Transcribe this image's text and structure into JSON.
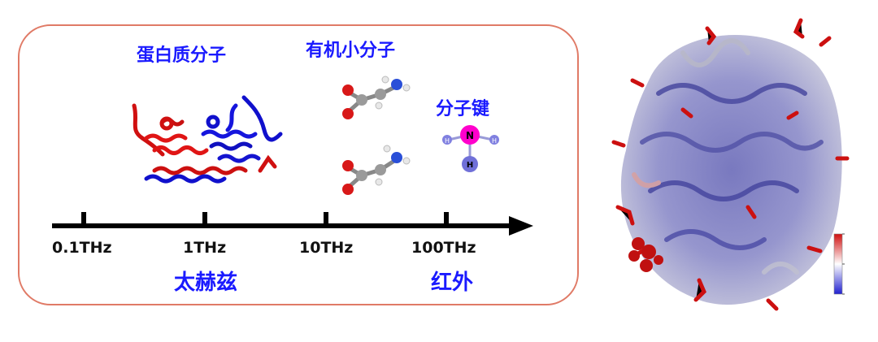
{
  "labels": {
    "protein": "蛋白质分子",
    "small_molecule": "有机小分子",
    "bond": "分子键",
    "terahertz": "太赫兹",
    "infrared": "红外"
  },
  "axis": {
    "ticks": [
      "0.1THz",
      "1THz",
      "10THz",
      "100THz"
    ]
  },
  "atom_labels": {
    "center": "N",
    "bottom": "H",
    "left": "H",
    "right": "H"
  },
  "colors": {
    "label_blue": "#1a1aff",
    "bond_magenta": "#ff00cc",
    "panel_border": "#e07a66",
    "axis": "#000000"
  }
}
